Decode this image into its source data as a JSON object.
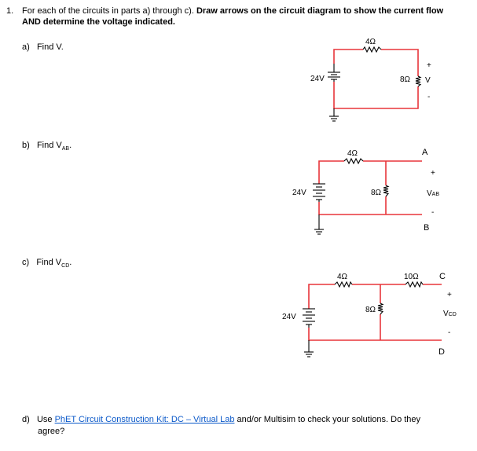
{
  "question": {
    "number": "1.",
    "line1_plain": "For each of the circuits in parts a) through c).",
    "line1_bold": "Draw arrows on the circuit diagram to show the current flow",
    "line2_bold": "AND determine the voltage indicated."
  },
  "part_a": {
    "label": "a)",
    "text": "Find V.",
    "source": "24V",
    "r_top": "4Ω",
    "r_right": "8Ω",
    "plus": "+",
    "v_label": "V",
    "minus": "-"
  },
  "part_b": {
    "label": "b)",
    "text_main": "Find V",
    "text_sub": "AB",
    "text_end": ".",
    "source": "24V",
    "r_top": "4Ω",
    "r_mid": "8Ω",
    "node_a": "A",
    "plus": "+",
    "v_main": "V",
    "v_sub": "AB",
    "minus": "-",
    "node_b": "B"
  },
  "part_c": {
    "label": "c)",
    "text_main": "Find V",
    "text_sub": "CD",
    "text_end": ".",
    "source": "24V",
    "r_top_left": "4Ω",
    "r_mid": "8Ω",
    "r_top_right": "10Ω",
    "node_c": "C",
    "plus": "+",
    "v_main": "V",
    "v_sub": "CD",
    "minus": "-",
    "node_d": "D"
  },
  "part_d": {
    "label": "d)",
    "text_before": "Use",
    "link_text": "PhET Circuit Construction Kit: DC – Virtual Lab",
    "text_after": "and/or Multisim to check your solutions.  Do they",
    "line2": "agree?"
  }
}
